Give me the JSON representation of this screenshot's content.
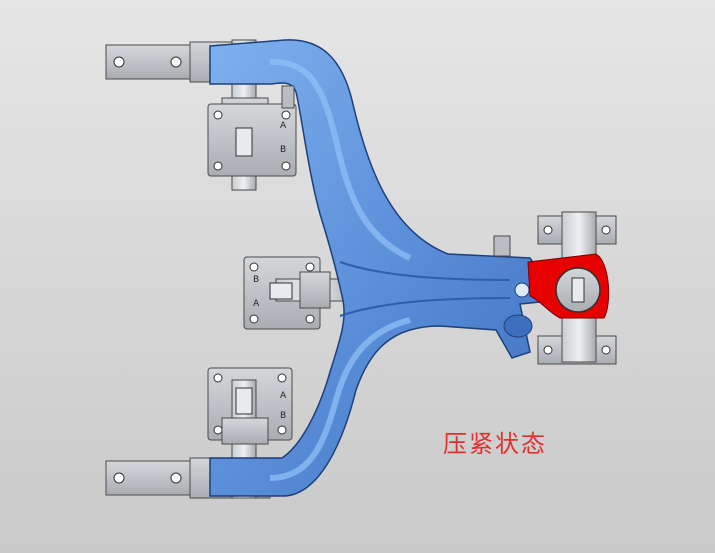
{
  "viewport": {
    "status_label": "压紧状态",
    "colors": {
      "background": "#d8d8d8",
      "part_blue": "#5b8fd9",
      "part_blue_dark": "#2f5faa",
      "highlight_red": "#e60000",
      "fixture_gray": "#b9bdc1",
      "fixture_stroke": "#4a4a4a"
    }
  },
  "fixture_marks": {
    "top_clamp": {
      "letter_a": "A",
      "letter_b": "B"
    },
    "middle_clamp": {
      "letter_a": "A",
      "letter_b": "B"
    },
    "bottom_clamp": {
      "letter_a": "A",
      "letter_b": "B"
    }
  }
}
